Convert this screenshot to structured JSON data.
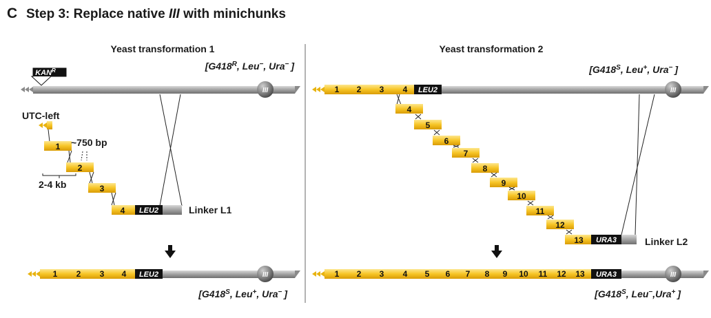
{
  "panel": {
    "letter": "C",
    "title_prefix": "Step 3: Replace native ",
    "title_chromosome": "III",
    "title_suffix": " with minichunks"
  },
  "left": {
    "heading": "Yeast transformation 1",
    "phenotype_before": {
      "g": "G418",
      "g_sup": "R",
      "leu": ", Leu",
      "leu_sup": "−",
      "ura": ", Ura",
      "ura_sup": "−",
      "open": "[",
      "close": "]"
    },
    "phenotype_after": {
      "g": "G418",
      "g_sup": "S",
      "leu": ", Leu",
      "leu_sup": "+",
      "ura": ", Ura",
      "ura_sup": "−",
      "open": "[",
      "close": "]"
    },
    "kan_marker": {
      "text": "KAN",
      "sup": "R"
    },
    "utc_label": "UTC-left",
    "size_label": "~750 bp",
    "span_label": "2-4 kb",
    "chunks": [
      "1",
      "2",
      "3",
      "4"
    ],
    "marker": "LEU2",
    "linker_label": "Linker L1",
    "result_chunks": [
      "1",
      "2",
      "3",
      "4"
    ]
  },
  "right": {
    "heading": "Yeast transformation 2",
    "phenotype_before": {
      "g": "G418",
      "g_sup": "S",
      "leu": ", Leu",
      "leu_sup": "+",
      "ura": ", Ura",
      "ura_sup": "−",
      "open": "[",
      "close": "]"
    },
    "phenotype_after": {
      "g": "G418",
      "g_sup": "S",
      "leu": ", Leu",
      "leu_sup": "−",
      "ura": ",Ura",
      "ura_sup": "+",
      "open": "[",
      "close": "]"
    },
    "top_chunks": [
      "1",
      "2",
      "3",
      "4"
    ],
    "top_marker": "LEU2",
    "chunks": [
      "4",
      "5",
      "6",
      "7",
      "8",
      "9",
      "10",
      "11",
      "12",
      "13"
    ],
    "marker": "URA3",
    "linker_label": "Linker L2",
    "result_chunks": [
      "1",
      "2",
      "3",
      "4",
      "5",
      "6",
      "7",
      "8",
      "9",
      "10",
      "11",
      "12",
      "13"
    ],
    "result_marker": "URA3"
  },
  "centromere_label": "III",
  "colors": {
    "chunk_fill": "#f5c21b",
    "chunk_light": "#fde48a",
    "chromosome_gray": "#9a9a9a",
    "marker_black": "#111111",
    "utc_arrow": "#e8b310"
  }
}
